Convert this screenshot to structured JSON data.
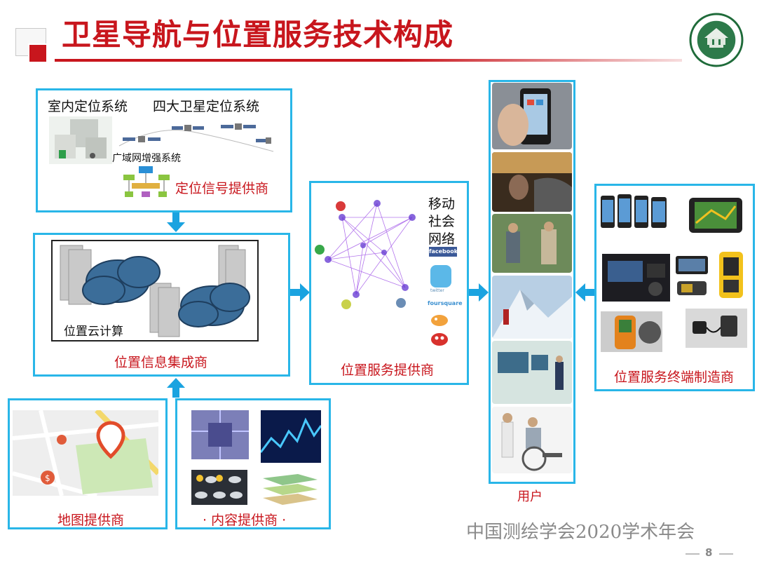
{
  "header": {
    "title": "卫星导航与位置服务技术构成"
  },
  "signal_provider": {
    "indoor_label": "室内定位系统",
    "gnss_label": "四大卫星定位系统",
    "wide_area_label": "广域网增强系统",
    "role_label": "定位信号提供商"
  },
  "integrator": {
    "cloud_label": "位置云计算",
    "role_label": "位置信息集成商"
  },
  "map_provider": {
    "role_label": "地图提供商"
  },
  "content_provider": {
    "role_label": "· 内容提供商 ·"
  },
  "lbs_provider": {
    "social_label_1": "移动",
    "social_label_2": "社会",
    "social_label_3": "网络",
    "facebook_label": "facebook",
    "twitter_label": "twitter",
    "foursquare_label": "foursquare",
    "role_label": "位置服务提供商"
  },
  "users": {
    "role_label": "用户"
  },
  "terminal_maker": {
    "role_label": "位置服务终端制造商"
  },
  "footer": {
    "org_text": "中国测绘学会2020学术年会",
    "page_number": "8"
  },
  "colors": {
    "accent_red": "#c8161d",
    "frame_blue": "#29b6e8",
    "arrow_blue": "#1aa3e0"
  }
}
